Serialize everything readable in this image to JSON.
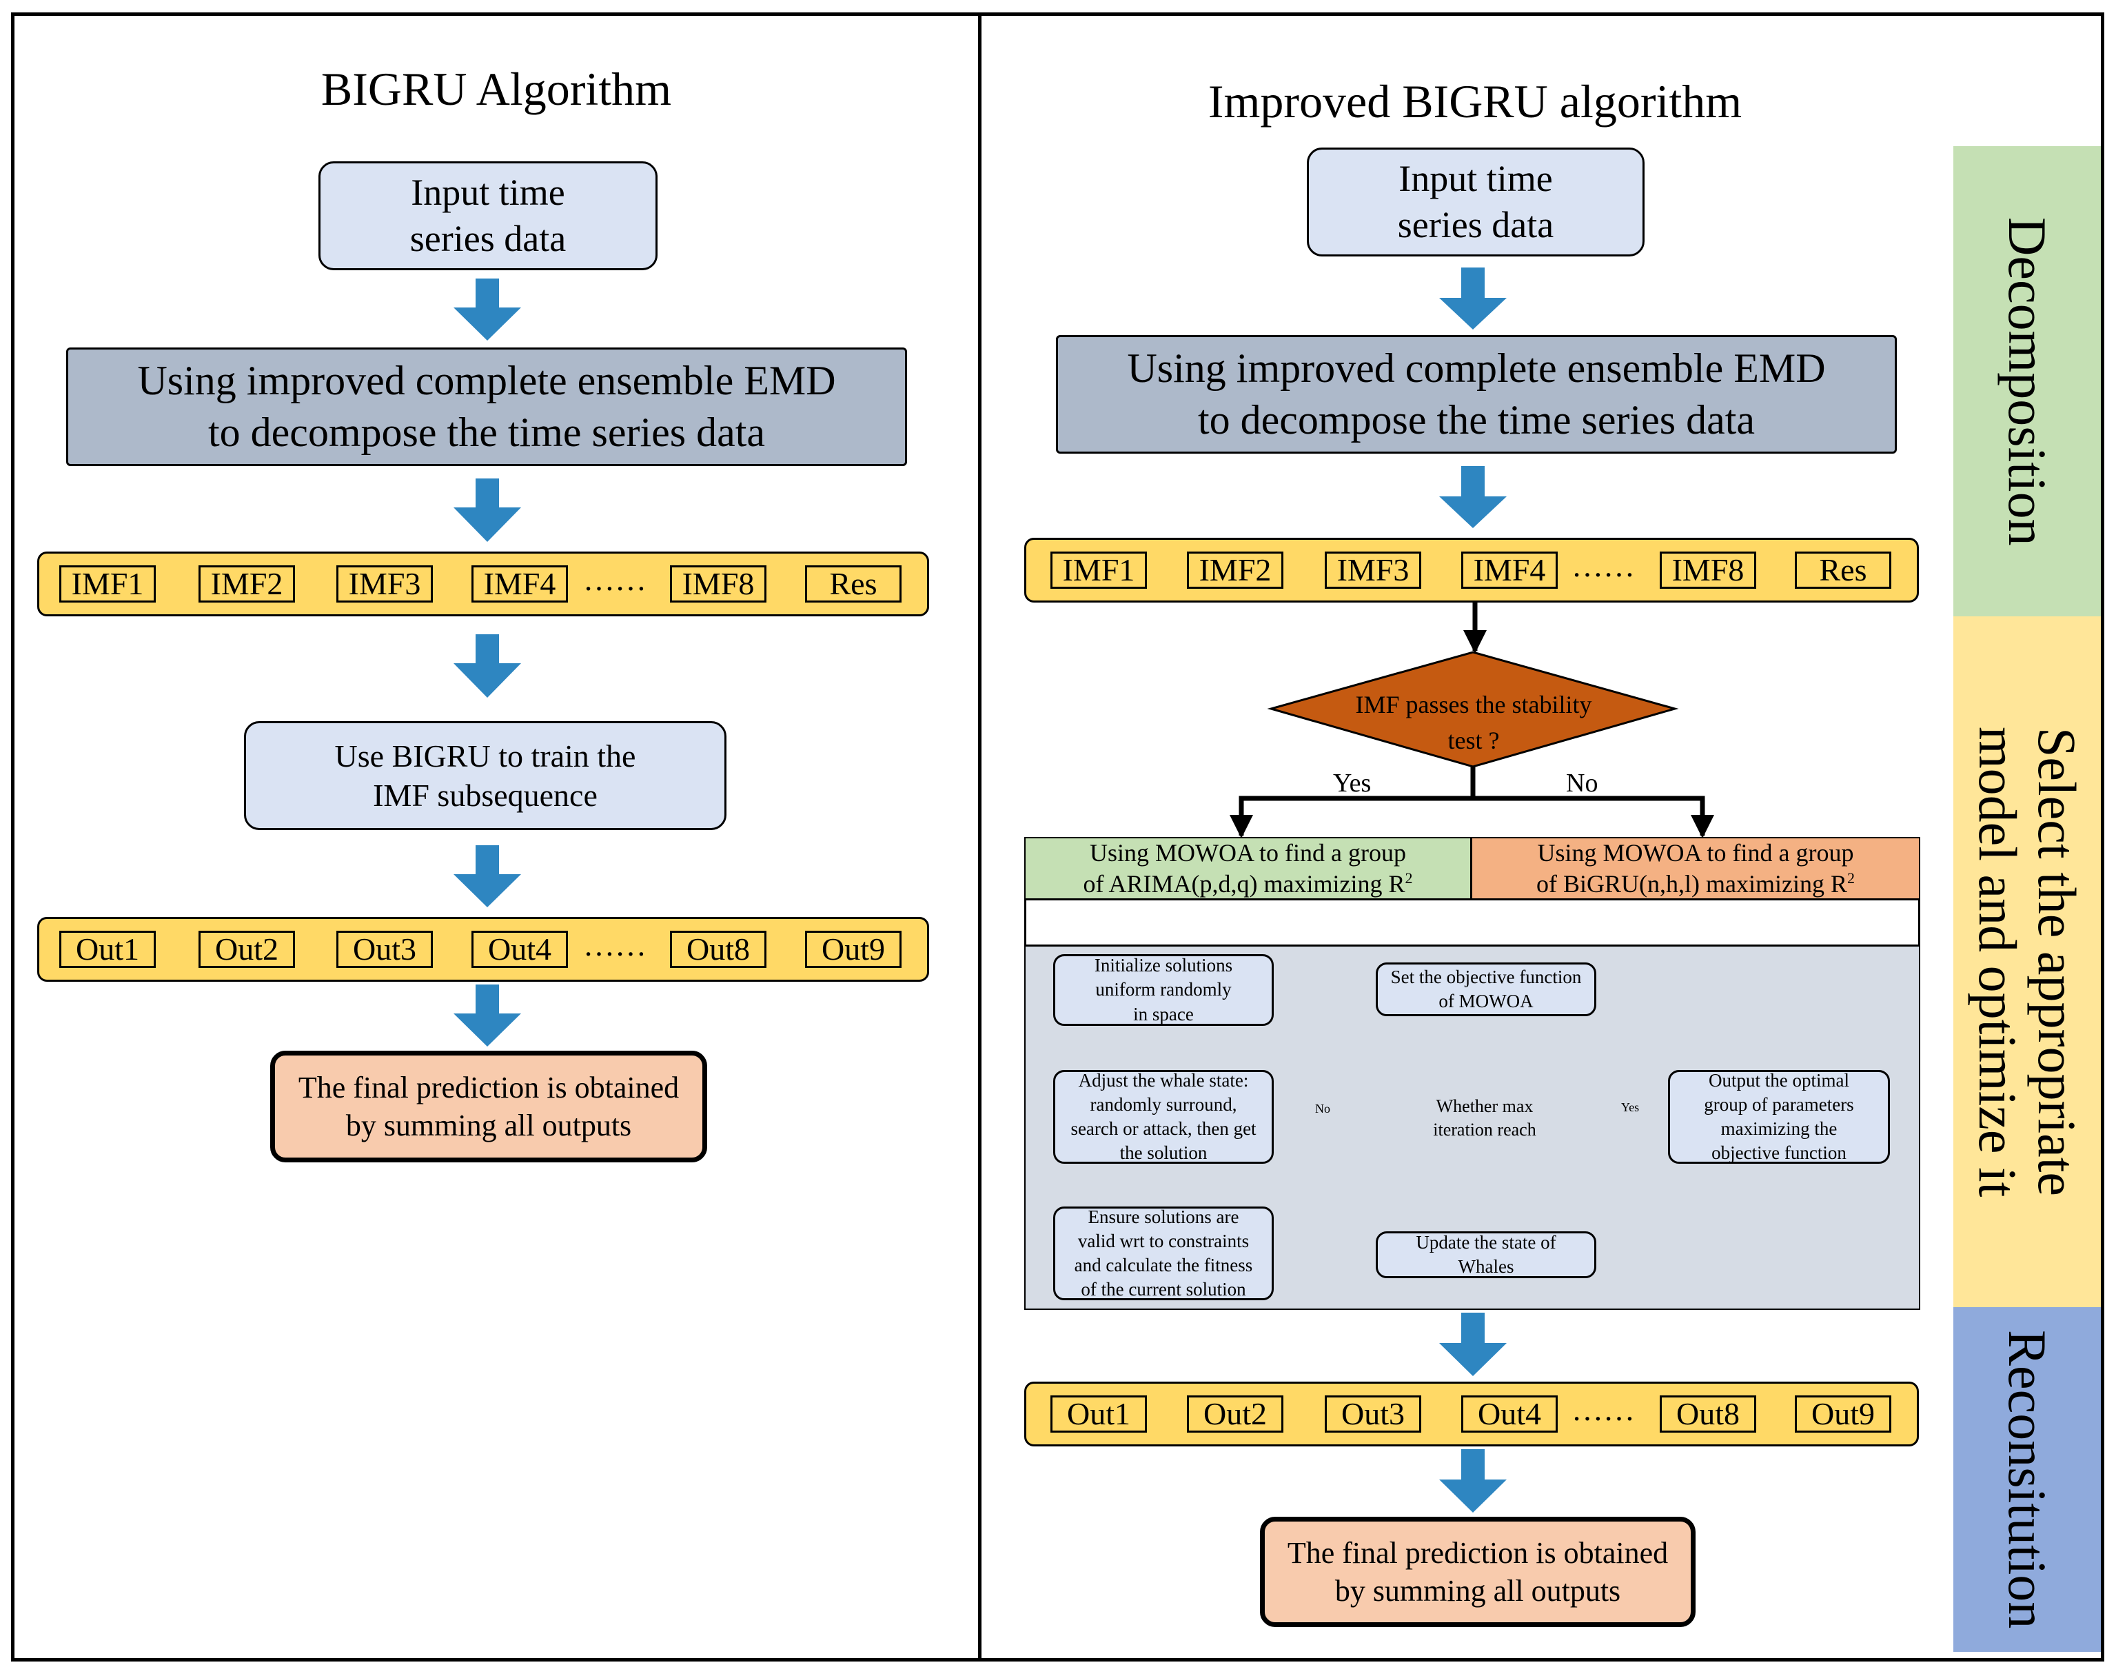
{
  "left": {
    "title": "BIGRU Algorithm",
    "input": [
      "Input time",
      "series data"
    ],
    "decompose": [
      "Using improved complete ensemble EMD",
      "to decompose the time series data"
    ],
    "imfs": [
      "IMF1",
      "IMF2",
      "IMF3",
      "IMF4",
      "IMF8",
      "Res"
    ],
    "ellipsis": "……",
    "train": [
      "Use BIGRU to train the",
      "IMF subsequence"
    ],
    "outs": [
      "Out1",
      "Out2",
      "Out3",
      "Out4",
      "Out8",
      "Out9"
    ],
    "final": [
      "The final prediction is obtained",
      "by summing all outputs"
    ]
  },
  "right": {
    "title": "Improved BIGRU algorithm",
    "input": [
      "Input time",
      "series data"
    ],
    "decompose": [
      "Using improved complete ensemble EMD",
      "to decompose the time series data"
    ],
    "imfs": [
      "IMF1",
      "IMF2",
      "IMF3",
      "IMF4",
      "IMF8",
      "Res"
    ],
    "ellipsis": "……",
    "stability": [
      "IMF passes the stability",
      "test ?"
    ],
    "yes": "Yes",
    "no": "No",
    "arima": [
      "Using MOWOA to find a group",
      "of ARIMA(p,d,q) maximizing  R",
      "2"
    ],
    "bigru": [
      "Using MOWOA to find a group",
      "of BiGRU(n,h,l) maximizing  R",
      "2"
    ],
    "init": [
      "Initialize solutions",
      "uniform randomly",
      "in space"
    ],
    "objective": [
      "Set the objective function",
      "of MOWOA"
    ],
    "adjust": [
      "Adjust the whale state:",
      "randomly surround,",
      "search or attack, then get",
      "the solution"
    ],
    "whether": [
      "Whether max",
      "iteration reach"
    ],
    "small_no": "No",
    "small_yes": "Yes",
    "optimal": [
      "Output the optimal",
      "group of parameters",
      "maximizing the",
      "objective function"
    ],
    "ensure": [
      "Ensure solutions are",
      "valid wrt to constraints",
      "and calculate the fitness",
      "of the current solution"
    ],
    "update": [
      "Update the state of",
      "Whales"
    ],
    "outs": [
      "Out1",
      "Out2",
      "Out3",
      "Out4",
      "Out8",
      "Out9"
    ],
    "final": [
      "The final prediction is obtained",
      "by summing all outputs"
    ]
  },
  "stages": {
    "decomposition": "Decomposition",
    "select": [
      "Select the appropriate",
      "model and optimize it"
    ],
    "reconstitution": "Reconsitution"
  },
  "colors": {
    "light_blue": "#dae3f3",
    "grey_blue": "#adb9ca",
    "yellow": "#ffd966",
    "peach": "#f8cbad",
    "orange_diamond": "#c55a11",
    "green": "#c5e0b4",
    "stage_green": "#c5e0b4",
    "stage_yellow": "#ffe699",
    "stage_blue": "#8faadc",
    "arrow_blue": "#2e86c1"
  }
}
